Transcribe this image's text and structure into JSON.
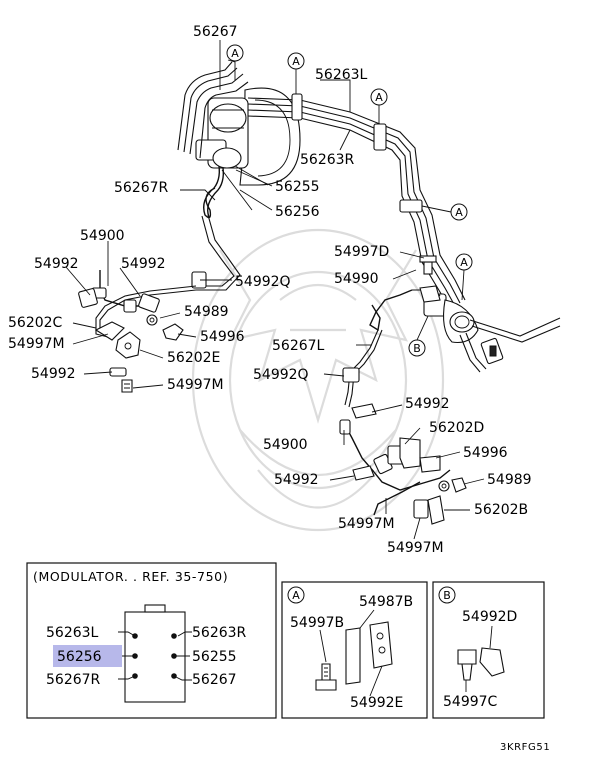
{
  "diagram": {
    "labels": {
      "p56267_top": "56267",
      "p56263L_top": "56263L",
      "p56263R_top": "56263R",
      "p56267R_mid": "56267R",
      "p56255_mid": "56255",
      "p56256_mid": "56256",
      "p54900_left": "54900",
      "p54992_l1": "54992",
      "p54992_l2": "54992",
      "p54992Q_up": "54992Q",
      "p54989_left": "54989",
      "p54996_left": "54996",
      "p56202C": "56202C",
      "p54997M_l1": "54997M",
      "p56202E": "56202E",
      "p54992_l3": "54992",
      "p54997M_l2": "54997M",
      "p54997D": "54997D",
      "p54990": "54990",
      "p56267L": "56267L",
      "p54992Q_low": "54992Q",
      "p54992_r1": "54992",
      "p56202D": "56202D",
      "p54900_right": "54900",
      "p54996_right": "54996",
      "p54992_r2": "54992",
      "p54989_right": "54989",
      "p56202B": "56202B",
      "p54997M_r1": "54997M",
      "p54997M_r2": "54997M"
    },
    "ref_markers": {
      "a": "A",
      "b": "B"
    },
    "modulator": {
      "caption": "(MODULATOR. . REF. 35-750)",
      "label_56263L": "56263L",
      "label_56263R": "56263R",
      "label_56256": "56256",
      "label_56255": "56255",
      "label_56267R": "56267R",
      "label_56267": "56267",
      "highlight_color": "#b7b8ea"
    },
    "inset_a": {
      "marker": "A",
      "label_54987B": "54987B",
      "label_54997B": "54997B",
      "label_54992E": "54992E"
    },
    "inset_b": {
      "marker": "B",
      "label_54992D": "54992D",
      "label_54997C": "54997C"
    },
    "figure_code": "3KRFG51"
  }
}
